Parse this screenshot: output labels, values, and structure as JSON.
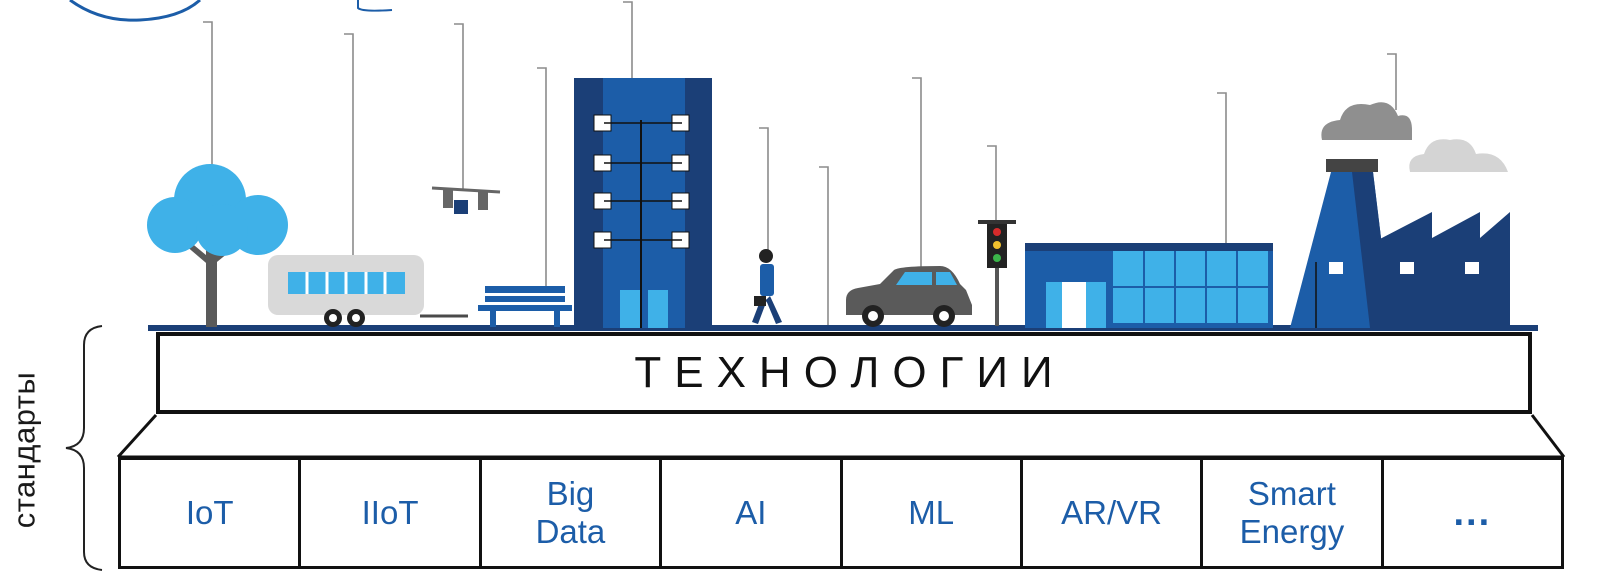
{
  "side_label": "стандарты",
  "banner_title": "ТЕХНОЛОГИИ",
  "technologies": [
    {
      "label": "IoT"
    },
    {
      "label": "IIoT"
    },
    {
      "label": "Big\nData"
    },
    {
      "label": "AI"
    },
    {
      "label": "ML"
    },
    {
      "label": "AR/VR"
    },
    {
      "label": "Smart\nEnergy"
    },
    {
      "label": "..."
    }
  ],
  "colors": {
    "brand_blue": "#1c5da8",
    "dark_blue": "#1b3f77",
    "light_blue": "#3fb1e8",
    "outline": "#111111"
  },
  "illustration_items": [
    "tree-icon",
    "trailer-icon",
    "drone-icon",
    "bench-icon",
    "office-building-icon",
    "pedestrian-icon",
    "car-icon",
    "traffic-light-icon",
    "shop-building-icon",
    "factory-icon",
    "cloud-icon",
    "sensor-pole-icon"
  ]
}
